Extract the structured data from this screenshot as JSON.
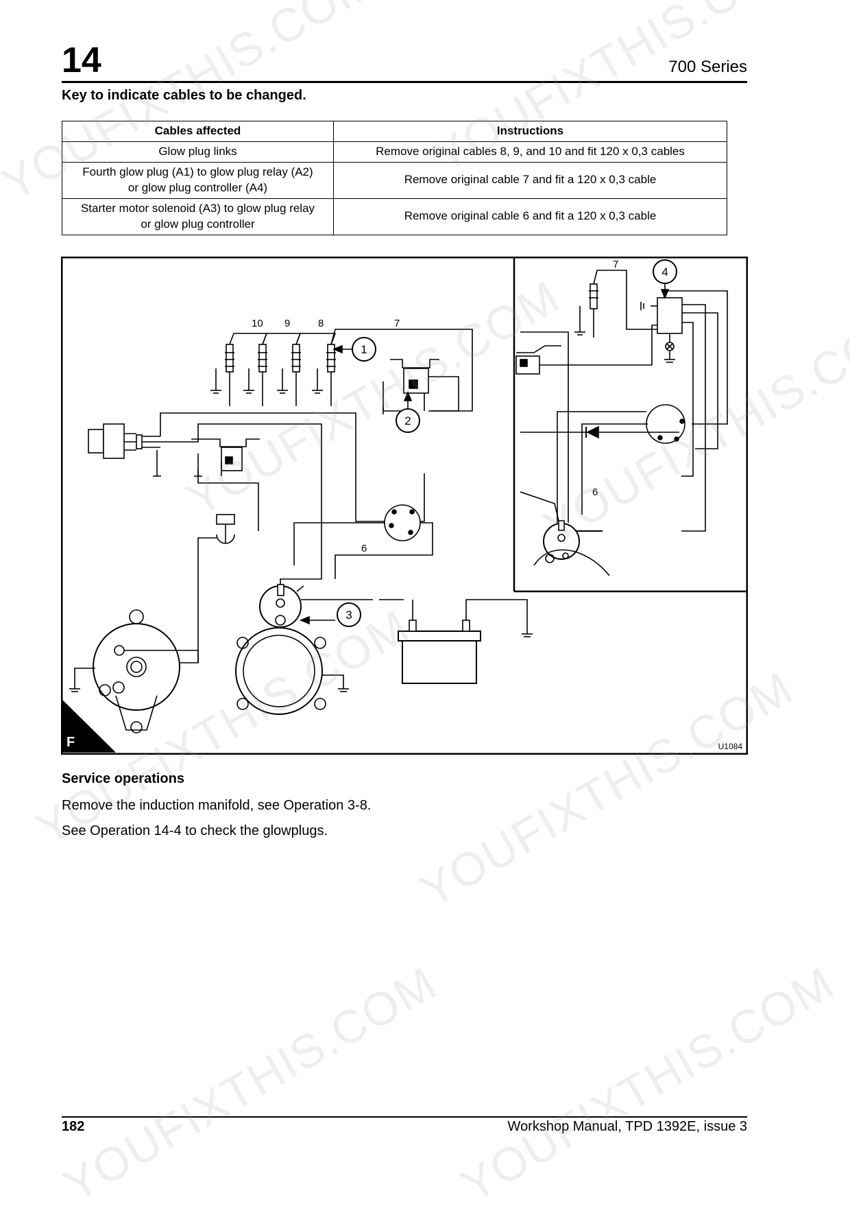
{
  "header": {
    "chapter": "14",
    "series": "700 Series"
  },
  "key_title": "Key to indicate cables to be changed.",
  "table": {
    "headers": [
      "Cables affected",
      "Instructions"
    ],
    "rows": [
      {
        "affected": [
          "Glow plug links"
        ],
        "instruction": "Remove original cables 8, 9, and 10 and fit 120 x 0,3 cables"
      },
      {
        "affected": [
          "Fourth glow plug (A1) to glow plug relay (A2)",
          "or glow plug controller (A4)"
        ],
        "instruction": "Remove original cable 7 and fit a 120 x 0,3 cable"
      },
      {
        "affected": [
          "Starter motor solenoid (A3) to glow plug relay",
          "or glow plug controller"
        ],
        "instruction": "Remove original cable 6 and fit a 120 x 0,3 cable"
      }
    ]
  },
  "diagram": {
    "cable_numbers": [
      "10",
      "9",
      "8",
      "7",
      "6",
      "7",
      "6"
    ],
    "callouts": [
      "1",
      "2",
      "3",
      "4"
    ],
    "figure_letter": "F",
    "figure_code": "U1084"
  },
  "service": {
    "title": "Service operations",
    "lines": [
      "Remove the induction manifold, see Operation 3-8.",
      "See Operation 14-4 to check the glowplugs."
    ]
  },
  "footer": {
    "page_number": "182",
    "manual": "Workshop Manual, TPD 1392E, issue 3"
  },
  "watermark": "YOUFIXTHIS.COM"
}
